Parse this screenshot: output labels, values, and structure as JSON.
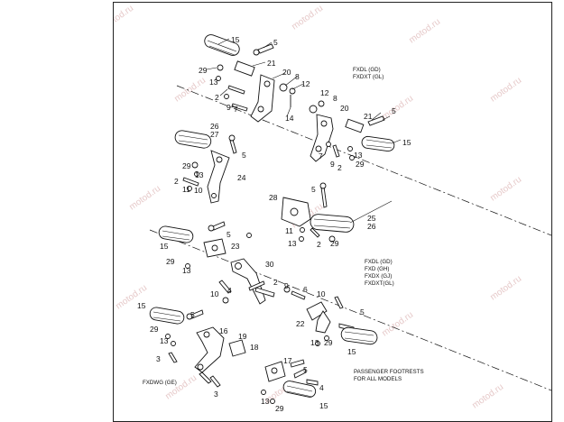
{
  "watermark": "motod.ru",
  "model_groups": [
    {
      "lines": [
        "FXDL (GD)",
        "FXDXT (GL)"
      ]
    },
    {
      "lines": [
        "FXDL (GD)",
        "FXD (GH)",
        "FXDX (GJ)",
        "FXDXT(GL)"
      ]
    },
    {
      "lines": [
        "FXDWG (GE)"
      ]
    },
    {
      "lines": [
        "PASSENGER FOOTRESTS",
        "FOR ALL MODELS"
      ]
    }
  ],
  "callouts": {
    "c1": "15",
    "c2": "5",
    "c3": "21",
    "c4": "29",
    "c5": "13",
    "c6": "20",
    "c7": "8",
    "c8": "12",
    "c9": "2",
    "c10": "9",
    "c11": "7",
    "c12": "14",
    "c13": "12",
    "c14": "8",
    "c15": "20",
    "c16": "21",
    "c17": "5",
    "c18": "7",
    "c19": "9",
    "c20": "2",
    "c21": "13",
    "c22": "29",
    "c23": "15",
    "c24": "26",
    "c25": "27",
    "c26": "5",
    "c27": "29",
    "c28": "13",
    "c29": "2",
    "c30": "11",
    "c31": "10",
    "c32": "24",
    "c33": "5",
    "c34": "28",
    "c35": "11",
    "c36": "13",
    "c37": "2",
    "c38": "29",
    "c39": "25",
    "c40": "26",
    "c41": "15",
    "c42": "29",
    "c43": "5",
    "c44": "23",
    "c45": "13",
    "c46": "30",
    "c47": "2",
    "c48": "10",
    "c49": "4",
    "c50": "9",
    "c51": "6",
    "c52": "10",
    "c53": "22",
    "c54": "15",
    "c55": "5",
    "c56": "29",
    "c57": "13",
    "c58": "3",
    "c59": "16",
    "c60": "19",
    "c61": "18",
    "c62": "13",
    "c63": "29",
    "c64": "5",
    "c65": "15",
    "c66": "3",
    "c67": "17",
    "c68": "5",
    "c69": "4",
    "c70": "13",
    "c71": "29",
    "c72": "15"
  }
}
